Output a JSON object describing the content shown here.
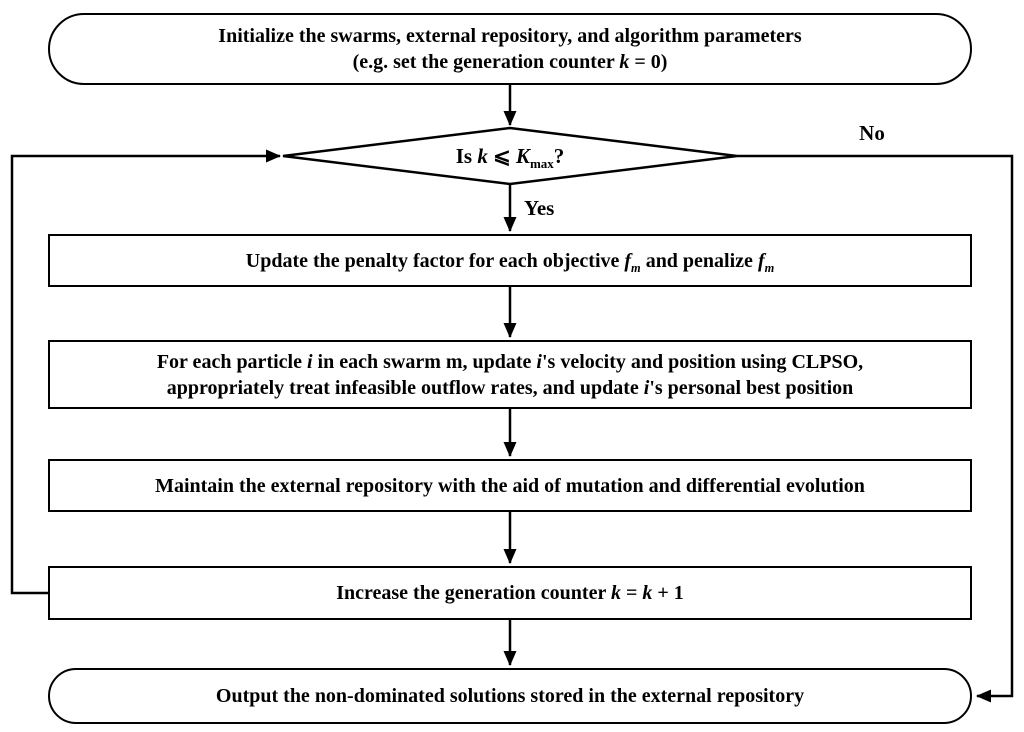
{
  "diagram": {
    "description": "Flowchart of a multi-objective particle swarm optimization (CLPSO-based) algorithm",
    "colors": {
      "line": "#000000",
      "background": "#ffffff",
      "text": "#000000"
    },
    "nodes": {
      "init": {
        "type": "terminator",
        "rich": [
          {
            "t": "Initialize the swarms, external repository, and algorithm parameters"
          },
          {
            "br": true
          },
          {
            "t": "(e.g. set the generation counter "
          },
          {
            "t": "k",
            "i": true
          },
          {
            "t": " = 0)"
          }
        ]
      },
      "decision": {
        "type": "decision",
        "rich": [
          {
            "t": "Is "
          },
          {
            "t": "k",
            "i": true
          },
          {
            "t": " ⩽ "
          },
          {
            "t": "K",
            "i": true
          },
          {
            "t": "max",
            "sub": true
          },
          {
            "t": "?"
          }
        ]
      },
      "update_penalty": {
        "type": "process",
        "rich": [
          {
            "t": "Update the penalty factor for each objective "
          },
          {
            "t": "f",
            "i": true
          },
          {
            "t": "m",
            "sub": true,
            "i": true
          },
          {
            "t": " and penalize "
          },
          {
            "t": "f",
            "i": true
          },
          {
            "t": "m",
            "sub": true,
            "i": true
          }
        ]
      },
      "update_particles": {
        "type": "process",
        "rich": [
          {
            "t": "For each particle "
          },
          {
            "t": "i",
            "i": true
          },
          {
            "t": " in each swarm m, update "
          },
          {
            "t": "i",
            "i": true
          },
          {
            "t": "'s velocity and position using CLPSO,"
          },
          {
            "br": true
          },
          {
            "t": "appropriately treat infeasible outflow rates, and update "
          },
          {
            "t": "i",
            "i": true
          },
          {
            "t": "'s personal best position"
          }
        ]
      },
      "maintain_repository": {
        "type": "process",
        "rich": [
          {
            "t": "Maintain the external repository with the aid of mutation and differential evolution"
          }
        ]
      },
      "increase_counter": {
        "type": "process",
        "rich": [
          {
            "t": "Increase the generation counter "
          },
          {
            "t": "k",
            "i": true
          },
          {
            "t": " = "
          },
          {
            "t": "k",
            "i": true
          },
          {
            "t": " + 1"
          }
        ]
      },
      "output": {
        "type": "terminator",
        "rich": [
          {
            "t": "Output the non-dominated solutions stored in the external repository"
          }
        ]
      }
    },
    "edge_labels": {
      "yes": "Yes",
      "no": "No"
    }
  }
}
